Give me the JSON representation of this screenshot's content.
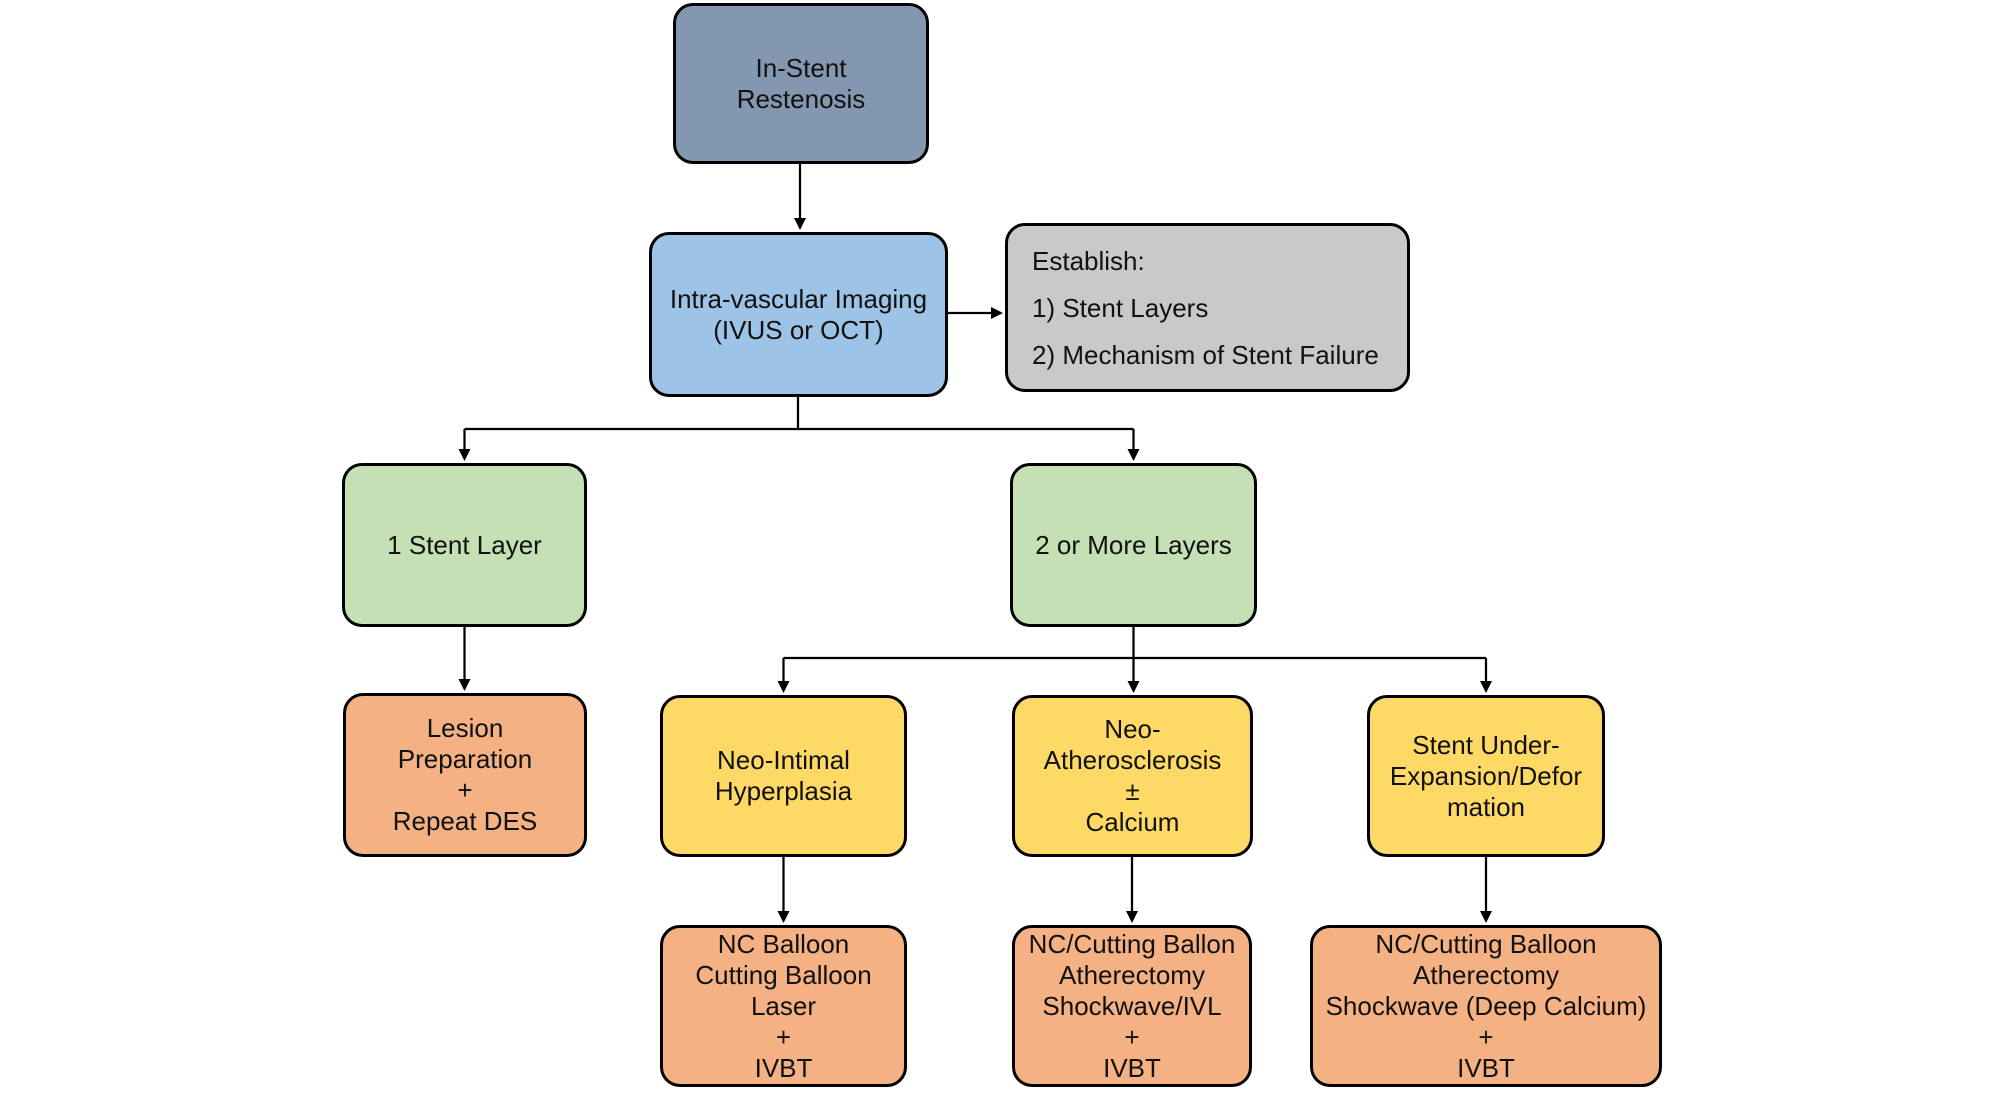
{
  "colors": {
    "root_fill": "#8497B0",
    "imaging_fill": "#9DC3E6",
    "establish_fill": "#C9C9C9",
    "layer_fill": "#C5E0B4",
    "mechanism_fill": "#FFD966",
    "treatment_fill": "#F4B183",
    "border": "#000000",
    "connector": "#000000",
    "text": "#111111",
    "background": "#FFFFFF"
  },
  "nodes": {
    "root": {
      "label": "In-Stent\nRestenosis"
    },
    "imaging": {
      "label": "Intra-vascular Imaging\n(IVUS or OCT)"
    },
    "establish": {
      "title": "Establish:",
      "item1": "1)  Stent Layers",
      "item2": "2)  Mechanism of Stent Failure"
    },
    "one_stent_layer": {
      "label": "1 Stent Layer"
    },
    "two_or_more_layers": {
      "label": "2 or More Layers"
    },
    "lesion_preparation": {
      "label": "Lesion\nPreparation\n+\nRepeat DES"
    },
    "neo_intimal_hyperplasia": {
      "label": "Neo-Intimal\nHyperplasia"
    },
    "neo_atherosclerosis": {
      "label": "Neo-\nAtherosclerosis\n±\nCalcium"
    },
    "stent_under_expansion": {
      "label": "Stent Under-\nExpansion/Defor\nmation"
    },
    "treatment_nc_balloon": {
      "label": "NC Balloon\nCutting Balloon\nLaser\n+\nIVBT"
    },
    "treatment_shockwave_ivl": {
      "label": "NC/Cutting Ballon\nAtherectomy\nShockwave/IVL\n+\nIVBT"
    },
    "treatment_deep_calcium": {
      "label": "NC/Cutting Balloon\nAtherectomy\nShockwave (Deep Calcium)\n+\nIVBT"
    }
  }
}
